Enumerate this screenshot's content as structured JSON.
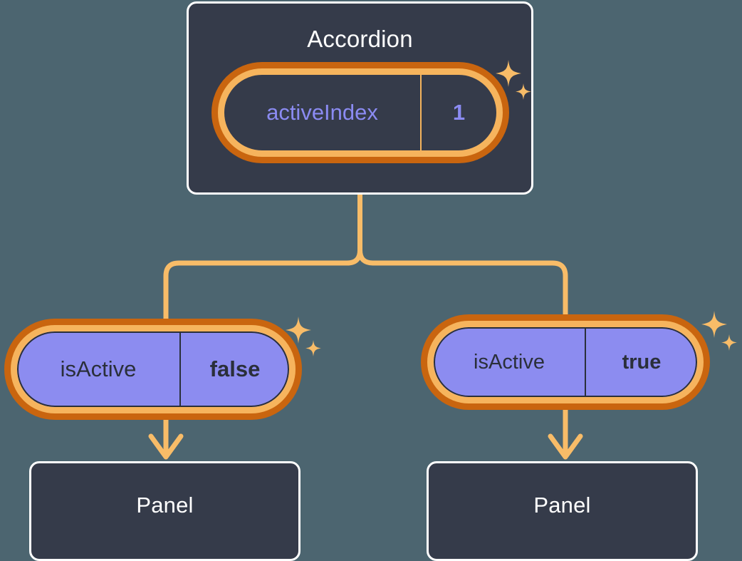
{
  "background_color": "#4c6570",
  "palette": {
    "card_fill": "#353b4a",
    "card_border": "#ffffff",
    "ring_inner": "#f6b45d",
    "ring_outer": "#c9650f",
    "pill_violet_fill": "#8c8cf0",
    "violet_text": "#8b8bf2",
    "dark_text": "#2a2f3a",
    "connector": "#f8bc68"
  },
  "diagram": {
    "type": "component-state-tree",
    "root": {
      "node_name": "accordion-node",
      "title": "Accordion",
      "state": {
        "key": "activeIndex",
        "value": "1",
        "style": "dark"
      },
      "sparkle_icon": "sparkles-icon"
    },
    "children": [
      {
        "node_name": "panel-branch-left",
        "prop": {
          "key": "isActive",
          "value": "false",
          "style": "violet"
        },
        "sparkle_icon": "sparkles-icon",
        "component": {
          "node_name": "panel-node-left",
          "title": "Panel"
        }
      },
      {
        "node_name": "panel-branch-right",
        "prop": {
          "key": "isActive",
          "value": "true",
          "style": "violet"
        },
        "sparkle_icon": "sparkles-icon",
        "component": {
          "node_name": "panel-node-right",
          "title": "Panel"
        }
      }
    ]
  }
}
